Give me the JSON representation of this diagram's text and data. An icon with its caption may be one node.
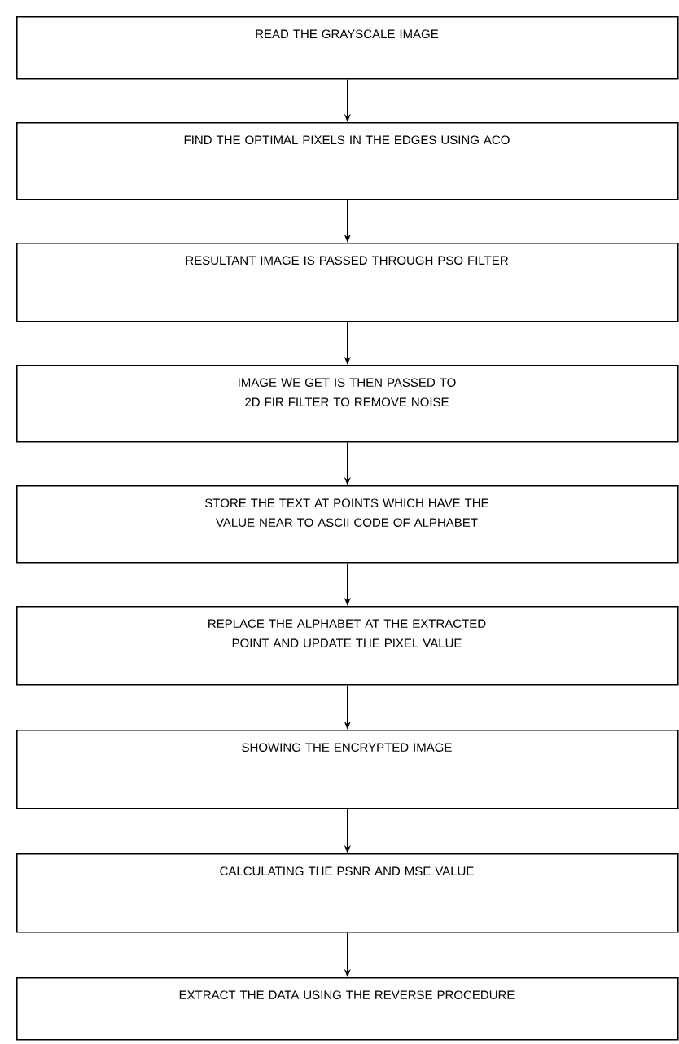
{
  "diagram": {
    "nodes": [
      {
        "text": [
          "READ THE GRAYSCALE IMAGE"
        ]
      },
      {
        "text": [
          "FIND THE OPTIMAL PIXELS IN THE EDGES USING ACO"
        ]
      },
      {
        "text": [
          "RESULTANT IMAGE IS PASSED THROUGH PSO FILTER"
        ]
      },
      {
        "text": [
          "IMAGE WE GET IS THEN PASSED TO 2D FIR FILTER TO REMOVE NOISE"
        ]
      },
      {
        "text": [
          "STORE THE TEXT AT POINTS WHICH HAVE THE VALUE NEAR TO ASCII CODE OF ALPHABET"
        ]
      },
      {
        "text": [
          "REPLACE THE ALPHABET AT THE EXTRACTED POINT AND UPDATE THE PIXEL VALUE"
        ]
      },
      {
        "text": [
          "SHOWING THE ENCRYPTED IMAGE"
        ]
      },
      {
        "text": [
          "CALCULATING THE PSNR AND MSE VALUE"
        ]
      },
      {
        "text": [
          "EXTRACT THE DATA USING THE REVERSE PROCEDURE"
        ]
      }
    ],
    "edges": [
      {
        "from": 0,
        "to": 1,
        "arrow": "to"
      },
      {
        "from": 1,
        "to": 2,
        "arrow": "to"
      },
      {
        "from": 2,
        "to": 3,
        "arrow": "to"
      },
      {
        "from": 3,
        "to": 4,
        "arrow": "to"
      },
      {
        "from": 4,
        "to": 5,
        "arrow": "to"
      },
      {
        "from": 5,
        "to": 6,
        "arrow": "to"
      },
      {
        "from": 6,
        "to": 7,
        "arrow": "to"
      },
      {
        "from": 7,
        "to": 8,
        "arrow": "to"
      }
    ]
  }
}
